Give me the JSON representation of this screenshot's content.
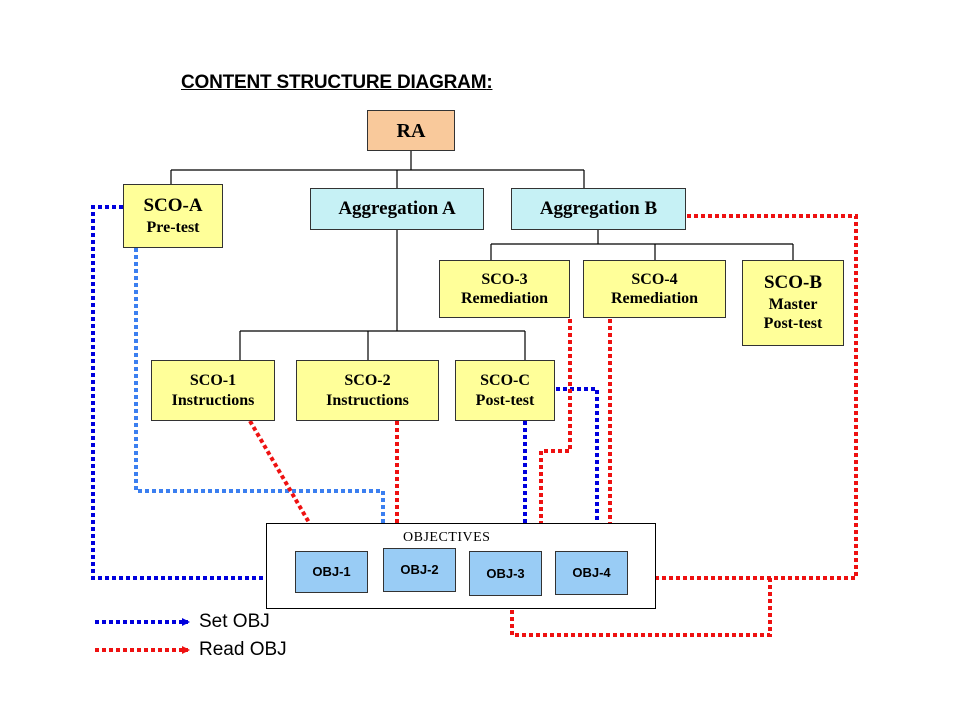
{
  "title": "CONTENT STRUCTURE DIAGRAM",
  "title_suffix": ":",
  "nodes": {
    "ra": "RA",
    "sco_a": [
      "SCO-A",
      "Pre-test"
    ],
    "aggregation_a": "Aggregation A",
    "aggregation_b": "Aggregation B",
    "sco_3": [
      "SCO-3",
      "Remediation"
    ],
    "sco_4": [
      "SCO-4",
      "Remediation"
    ],
    "sco_b": [
      "SCO-B",
      "Master",
      "Post-test"
    ],
    "sco_1": [
      "SCO-1",
      "Instructions"
    ],
    "sco_2": [
      "SCO-2",
      "Instructions"
    ],
    "sco_c": [
      "SCO-C",
      "Post-test"
    ]
  },
  "objectives": {
    "label": "OBJECTIVES",
    "items": [
      "OBJ-1",
      "OBJ-2",
      "OBJ-3",
      "OBJ-4"
    ]
  },
  "legend": {
    "set": "Set OBJ",
    "read": "Read OBJ"
  },
  "colors": {
    "set_dark": "#0000dd",
    "set_light": "#3b7ff0",
    "read": "#ee1111",
    "ra_fill": "#f9c99b",
    "aggregation_fill": "#c6f1f5",
    "sco_fill": "#ffff99",
    "obj_fill": "#99ccf5"
  }
}
